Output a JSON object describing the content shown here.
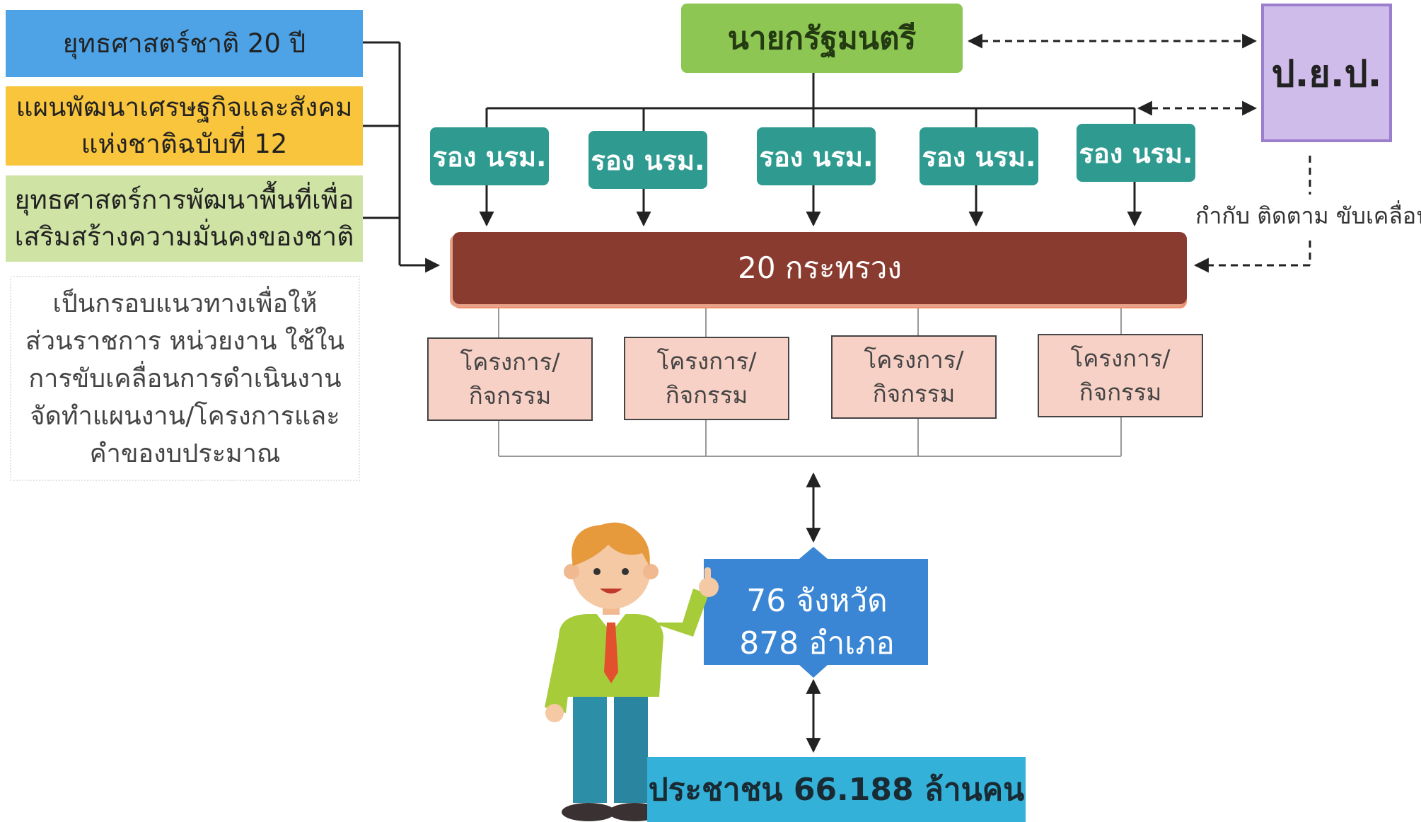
{
  "left_boxes": {
    "strategy": "ยุทธศาสตร์ชาติ 20 ปี",
    "plan_line1": "แผนพัฒนาเศรษฐกิจและสังคม",
    "plan_line2": "แห่งชาติฉบับที่ 12",
    "area_line1": "ยุทธศาสตร์การพัฒนาพื้นที่เพื่อ",
    "area_line2": "เสริมสร้างความมั่นคงของชาติ"
  },
  "note": {
    "line1": "เป็นกรอบแนวทางเพื่อให้",
    "line2": "ส่วนราชการ หน่วยงาน ใช้ใน",
    "line3": "การขับเคลื่อนการดำเนินงาน",
    "line4": "จัดทำแผนงาน/โครงการและ",
    "line5": "คำของบประมาณ"
  },
  "prime_minister": "นายกรัฐมนตรี",
  "pyp": "ป.ย.ป.",
  "deputies": [
    "รอง นรม.",
    "รอง นรม.",
    "รอง นรม.",
    "รอง นรม.",
    "รอง นรม."
  ],
  "supervise_label": "กำกับ ติดตาม ขับเคลื่อน",
  "ministries": "20 กระทรวง",
  "projects": [
    {
      "line1": "โครงการ/",
      "line2": "กิจกรรม"
    },
    {
      "line1": "โครงการ/",
      "line2": "กิจกรรม"
    },
    {
      "line1": "โครงการ/",
      "line2": "กิจกรรม"
    },
    {
      "line1": "โครงการ/",
      "line2": "กิจกรรม"
    }
  ],
  "province": {
    "line1": "76 จังหวัด",
    "line2": "878 อำเภอ"
  },
  "people": "ประชาชน 66.188 ล้านคน",
  "colors": {
    "strategy": "#4da3e6",
    "plan": "#f9c53c",
    "area": "#cfe3a5",
    "prime_minister": "#8dc653",
    "pyp": "#cfbcea",
    "deputy": "#2f9a90",
    "ministries": "#8a3b2f",
    "project": "#f8d1c6",
    "province": "#3a86d4",
    "people": "#34b1d8"
  },
  "figure": {
    "icon": "presenter-man-icon"
  }
}
